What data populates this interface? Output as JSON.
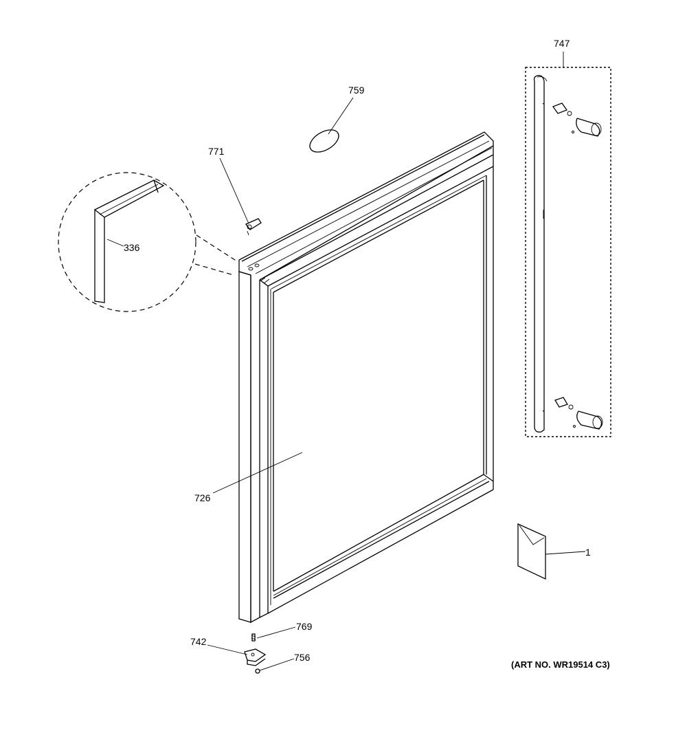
{
  "parts": {
    "p747": "747",
    "p759": "759",
    "p771": "771",
    "p336": "336",
    "p726": "726",
    "p1": "1",
    "p769": "769",
    "p742": "742",
    "p756": "756"
  },
  "art_number": "(ART NO. WR19514 C3)"
}
